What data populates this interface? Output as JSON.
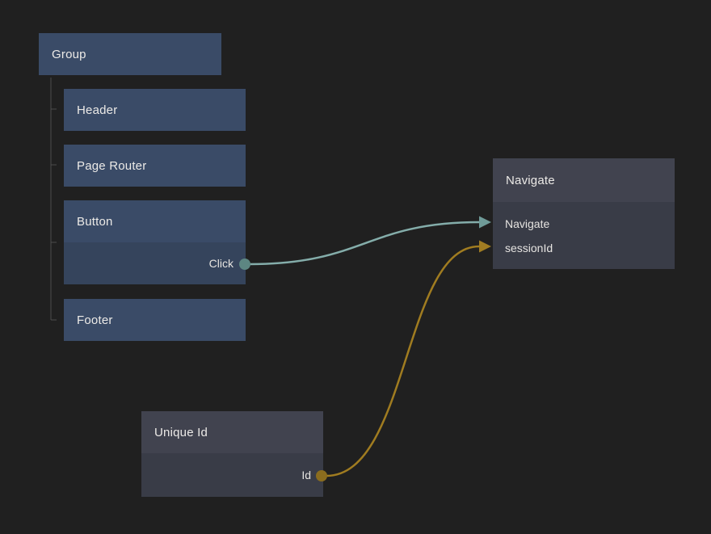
{
  "canvas": {
    "background": "#202020",
    "colors": {
      "component_node_header": "#3a4b67",
      "component_node_body": "#35445c",
      "logic_node_header": "#41434f",
      "logic_node_body": "#393c47",
      "signal_wire": "#84adaa",
      "signal_port": "#5d8682",
      "string_wire": "#a07c20",
      "string_port": "#8a6c1e",
      "tree_line": "#4d4d4d",
      "title_text": "#eceae7",
      "port_text": "#e6e4e1"
    }
  },
  "nodes": {
    "group": {
      "title": "Group"
    },
    "header": {
      "title": "Header"
    },
    "page_router": {
      "title": "Page Router"
    },
    "button": {
      "title": "Button",
      "outputs": [
        {
          "label": "Click"
        }
      ]
    },
    "footer": {
      "title": "Footer"
    },
    "navigate": {
      "title": "Navigate",
      "inputs": [
        {
          "label": "Navigate"
        },
        {
          "label": "sessionId"
        }
      ]
    },
    "unique_id": {
      "title": "Unique Id",
      "outputs": [
        {
          "label": "Id"
        }
      ]
    }
  },
  "connections": [
    {
      "from": "Button.Click",
      "to": "Navigate.Navigate",
      "color": "#84adaa"
    },
    {
      "from": "Unique Id.Id",
      "to": "Navigate.sessionId",
      "color": "#a07c20"
    }
  ]
}
